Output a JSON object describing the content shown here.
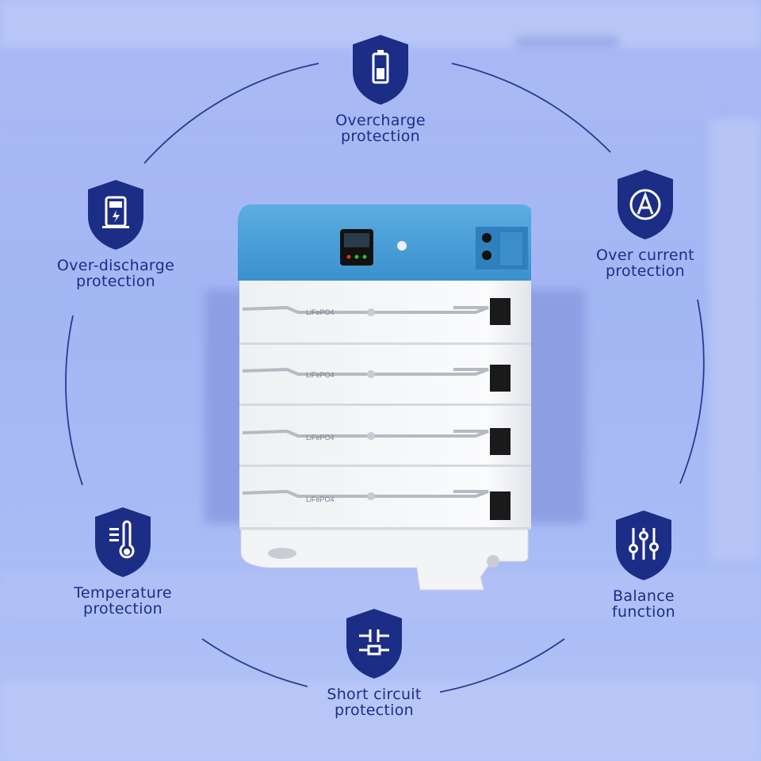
{
  "features": {
    "overcharge": {
      "label": "Overcharge\nprotection",
      "icon": "battery-icon"
    },
    "over_current": {
      "label": "Over current\nprotection",
      "icon": "ammeter-icon"
    },
    "over_discharge": {
      "label": "Over-discharge\nprotection",
      "icon": "charging-station-icon"
    },
    "temperature": {
      "label": "Temperature\nprotection",
      "icon": "thermometer-icon"
    },
    "balance": {
      "label": "Balance\nfunction",
      "icon": "equalizer-sliders-icon"
    },
    "short_circuit": {
      "label": "Short circuit\nprotection",
      "icon": "circuit-icon"
    }
  },
  "battery_module_label": "LiFePO4",
  "colors": {
    "badge": "#1c2d86",
    "text": "#1c2d86",
    "battery_cap": "#4a9fd8",
    "battery_body": "#f4f5f7"
  }
}
